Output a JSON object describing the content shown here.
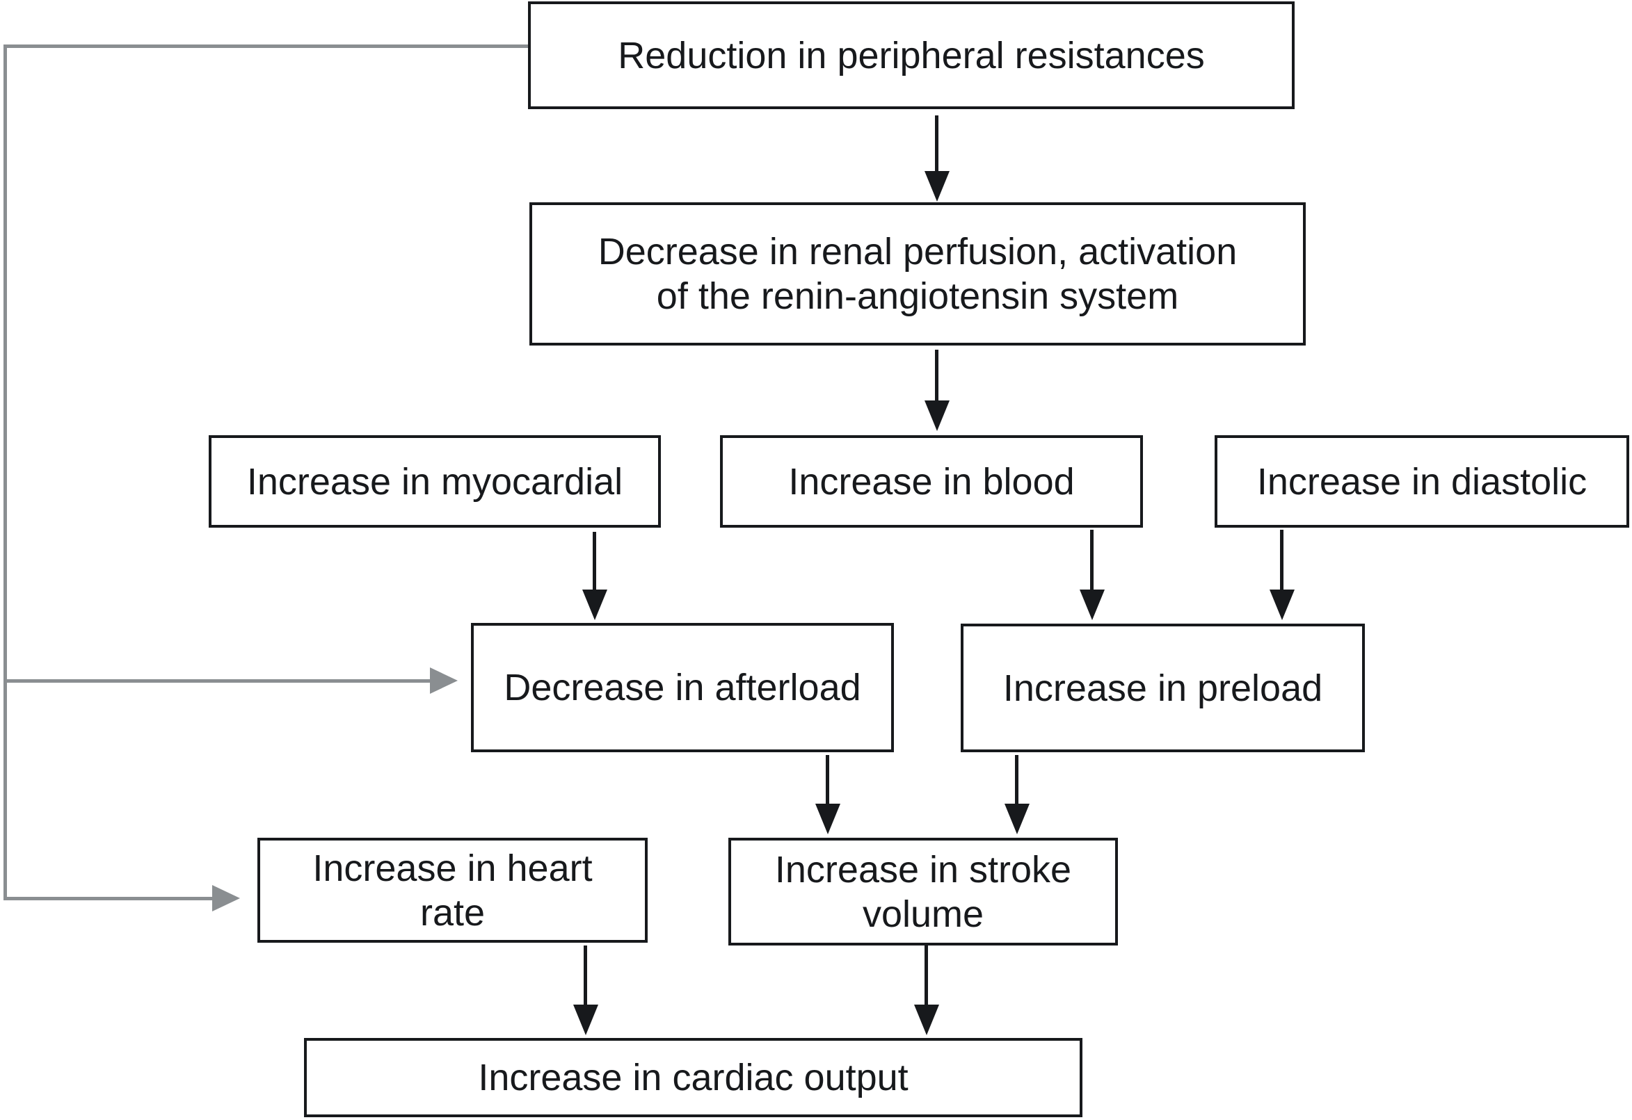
{
  "diagram": {
    "title": "Flowchart: hemodynamic consequences of reduction in peripheral resistances",
    "background_color": "#ffffff",
    "box_border_color": "#17191c",
    "text_color": "#17191c",
    "arrow_color": "#17191c",
    "feedback_arrow_color": "#8a8e91"
  },
  "nodes": {
    "reduction": {
      "lines": [
        "Reduction in peripheral resistances"
      ]
    },
    "renal": {
      "lines": [
        "Decrease in renal perfusion, activation",
        "of the renin-angiotensin system"
      ]
    },
    "myocardial": {
      "lines": [
        "Increase in myocardial"
      ]
    },
    "blood": {
      "lines": [
        "Increase in blood"
      ]
    },
    "diastolic": {
      "lines": [
        "Increase in diastolic"
      ]
    },
    "afterload": {
      "lines": [
        "Decrease in afterload"
      ]
    },
    "preload": {
      "lines": [
        "Increase in preload"
      ]
    },
    "heart_rate": {
      "lines": [
        "Increase in heart",
        "rate"
      ]
    },
    "stroke_volume": {
      "lines": [
        "Increase in stroke",
        "volume"
      ]
    },
    "cardiac_output": {
      "lines": [
        "Increase in cardiac output"
      ]
    }
  },
  "edges": [
    {
      "from": "reduction",
      "to": "renal",
      "style": "black-arrow-down"
    },
    {
      "from": "renal",
      "to": "blood",
      "style": "black-arrow-down"
    },
    {
      "from": "myocardial",
      "to": "afterload",
      "style": "black-arrow-down"
    },
    {
      "from": "blood",
      "to": "preload",
      "style": "black-arrow-down"
    },
    {
      "from": "diastolic",
      "to": "preload",
      "style": "black-arrow-down"
    },
    {
      "from": "afterload",
      "to": "stroke_volume",
      "style": "black-arrow-down"
    },
    {
      "from": "preload",
      "to": "stroke_volume",
      "style": "black-arrow-down"
    },
    {
      "from": "heart_rate",
      "to": "cardiac_output",
      "style": "black-arrow-down"
    },
    {
      "from": "stroke_volume",
      "to": "cardiac_output",
      "style": "black-arrow-down"
    },
    {
      "from": "reduction",
      "to": "afterload",
      "style": "gray-feedback-arrow"
    },
    {
      "from": "reduction",
      "to": "heart_rate",
      "style": "gray-feedback-arrow"
    }
  ]
}
